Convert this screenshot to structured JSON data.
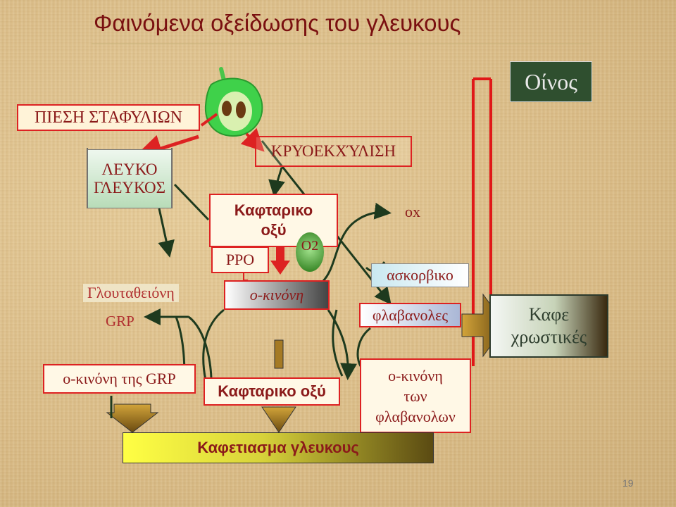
{
  "title": "Φαινόμενα οξείδωσης του γλευκους",
  "wine": "Οίνος",
  "grape_pressing": "ΠΙΕΣΗ ΣΤΑΦΥΛΙΩΝ",
  "white_must": {
    "line1": "ΛΕΥΚΟ",
    "line2": "ΓΛΕΥΚΟΣ"
  },
  "glutathione": "Γλουταθειόνη",
  "grp": "GRP",
  "cryoextraction": "ΚΡΥΟΕΚΧΎΛΙΣΗ",
  "caftaric_top": {
    "line1": "Καφταρικο",
    "line2": "οξύ"
  },
  "ppo": "PPO",
  "o2": "O2",
  "quinone": "o-κινόνη",
  "ox": "οx",
  "ascorbic": "ασκορβικο",
  "flavanols": "φλαβανολες",
  "coffee_colorants": {
    "line1": "Καφε",
    "line2": "χρωστικές"
  },
  "quinone_grp": "o-κινόνη της GRP",
  "caftaric_bottom": "Καφταρικο οξύ",
  "quinone_flavanols": {
    "line1": "o-κινόνη",
    "line2": "των",
    "line3": "φλαβανολων"
  },
  "must_browning": "Καφετιασμα γλευκους",
  "page_number": "19",
  "colors": {
    "arrow_red": "#dd2222",
    "frame_red": "#e01818",
    "box_border": "#dd2222",
    "text": "#8b1a1a",
    "wine_bg": "#2f4f2f"
  }
}
